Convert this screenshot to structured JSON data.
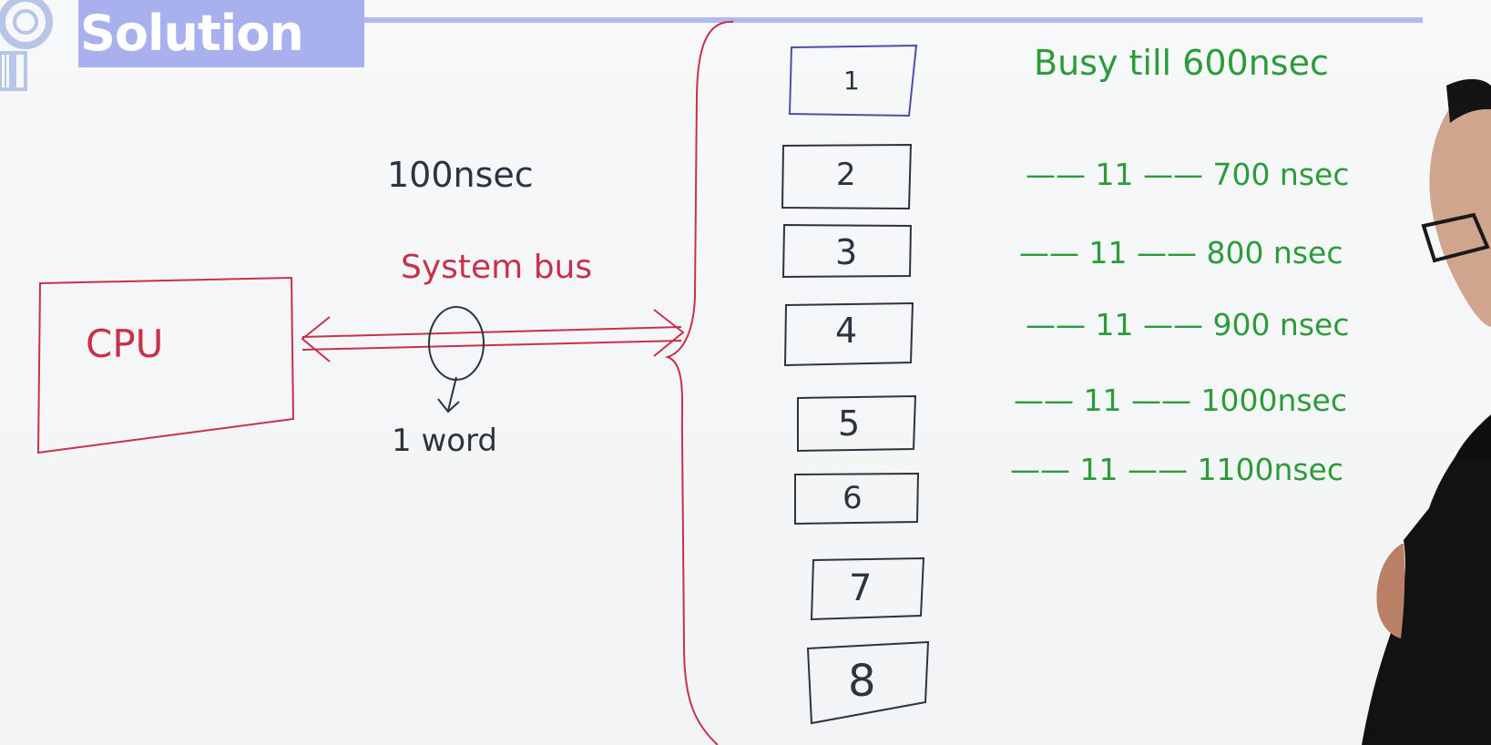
{
  "header": {
    "title": "Solution"
  },
  "diagram": {
    "cpu_label": "CPU",
    "bus_time": "100nsec",
    "bus_label": "System bus",
    "word_label": "1 word",
    "modules": [
      "1",
      "2",
      "3",
      "4",
      "5",
      "6",
      "7",
      "8"
    ],
    "busy_notes": [
      "Busy till 600nsec",
      "—— 11 —— 700 nsec",
      "—— 11 —— 800 nsec",
      "—— 11 —— 900 nsec",
      "—— 11 —— 1000nsec",
      "—— 11 —— 1100nsec"
    ]
  },
  "colors": {
    "red": "#c7324a",
    "green": "#2c9b3a",
    "dark": "#2d3440",
    "purple": "#5b5cc7"
  }
}
